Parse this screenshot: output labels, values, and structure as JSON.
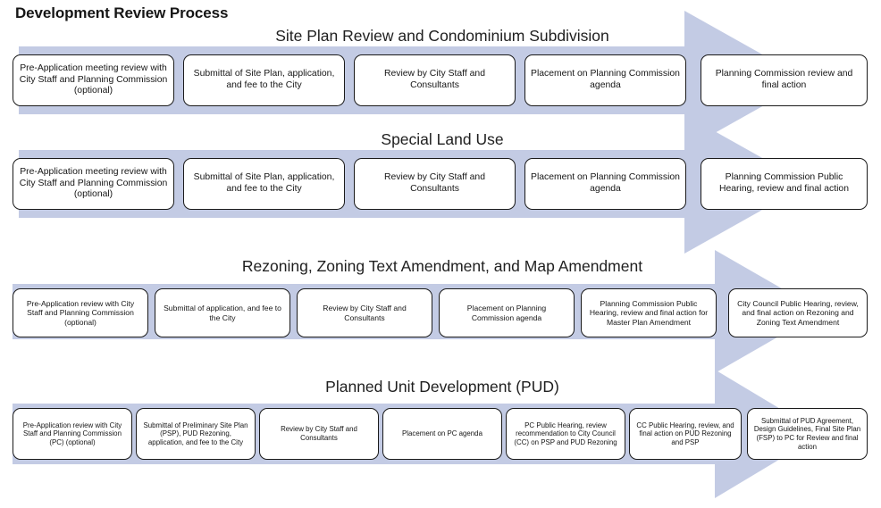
{
  "title": "Development Review Process",
  "colors": {
    "arrow_band": "#c3cbe4",
    "box_border": "#1a1a1a",
    "box_fill": "#ffffff",
    "text": "#161616",
    "background": "#ffffff"
  },
  "rows": [
    {
      "heading": "Site Plan Review and Condominium Subdivision",
      "arrow_name": "process-arrow-site-plan",
      "steps": [
        "Pre-Application meeting review with City Staff and Planning Commission (optional)",
        "Submittal of Site Plan, application, and fee to the City",
        "Review by City Staff and Consultants",
        "Placement on Planning Commission agenda",
        "Planning Commission review and final action"
      ]
    },
    {
      "heading": "Special Land Use",
      "arrow_name": "process-arrow-special-land-use",
      "steps": [
        "Pre-Application meeting review with City Staff and Planning Commission (optional)",
        "Submittal of Site Plan, application, and fee to the City",
        "Review by City Staff and Consultants",
        "Placement on Planning Commission agenda",
        "Planning Commission Public Hearing, review and final action"
      ]
    },
    {
      "heading": "Rezoning, Zoning Text Amendment, and Map Amendment",
      "arrow_name": "process-arrow-rezoning",
      "steps": [
        "Pre-Application review with City Staff and Planning Commission (optional)",
        "Submittal of application, and fee to the City",
        "Review by City Staff and Consultants",
        "Placement on Planning Commission agenda",
        "Planning Commission Public Hearing, review and final action for Master Plan Amendment",
        "City Council Public Hearing, review, and final action on Rezoning and Zoning Text Amendment"
      ]
    },
    {
      "heading": "Planned Unit Development (PUD)",
      "arrow_name": "process-arrow-pud",
      "steps": [
        "Pre-Application review with City Staff and Planning Commission (PC)  (optional)",
        "Submittal of Preliminary Site Plan (PSP), PUD Rezoning, application, and fee to the City",
        "Review by City Staff and Consultants",
        "Placement on PC agenda",
        "PC Public Hearing, review recommendation to City Council (CC) on PSP and PUD Rezoning",
        "CC Public Hearing, review, and final action on PUD Rezoning and PSP",
        "Submittal of PUD Agreement, Design Guidelines, Final Site Plan (FSP) to PC for Review and final action"
      ]
    }
  ]
}
